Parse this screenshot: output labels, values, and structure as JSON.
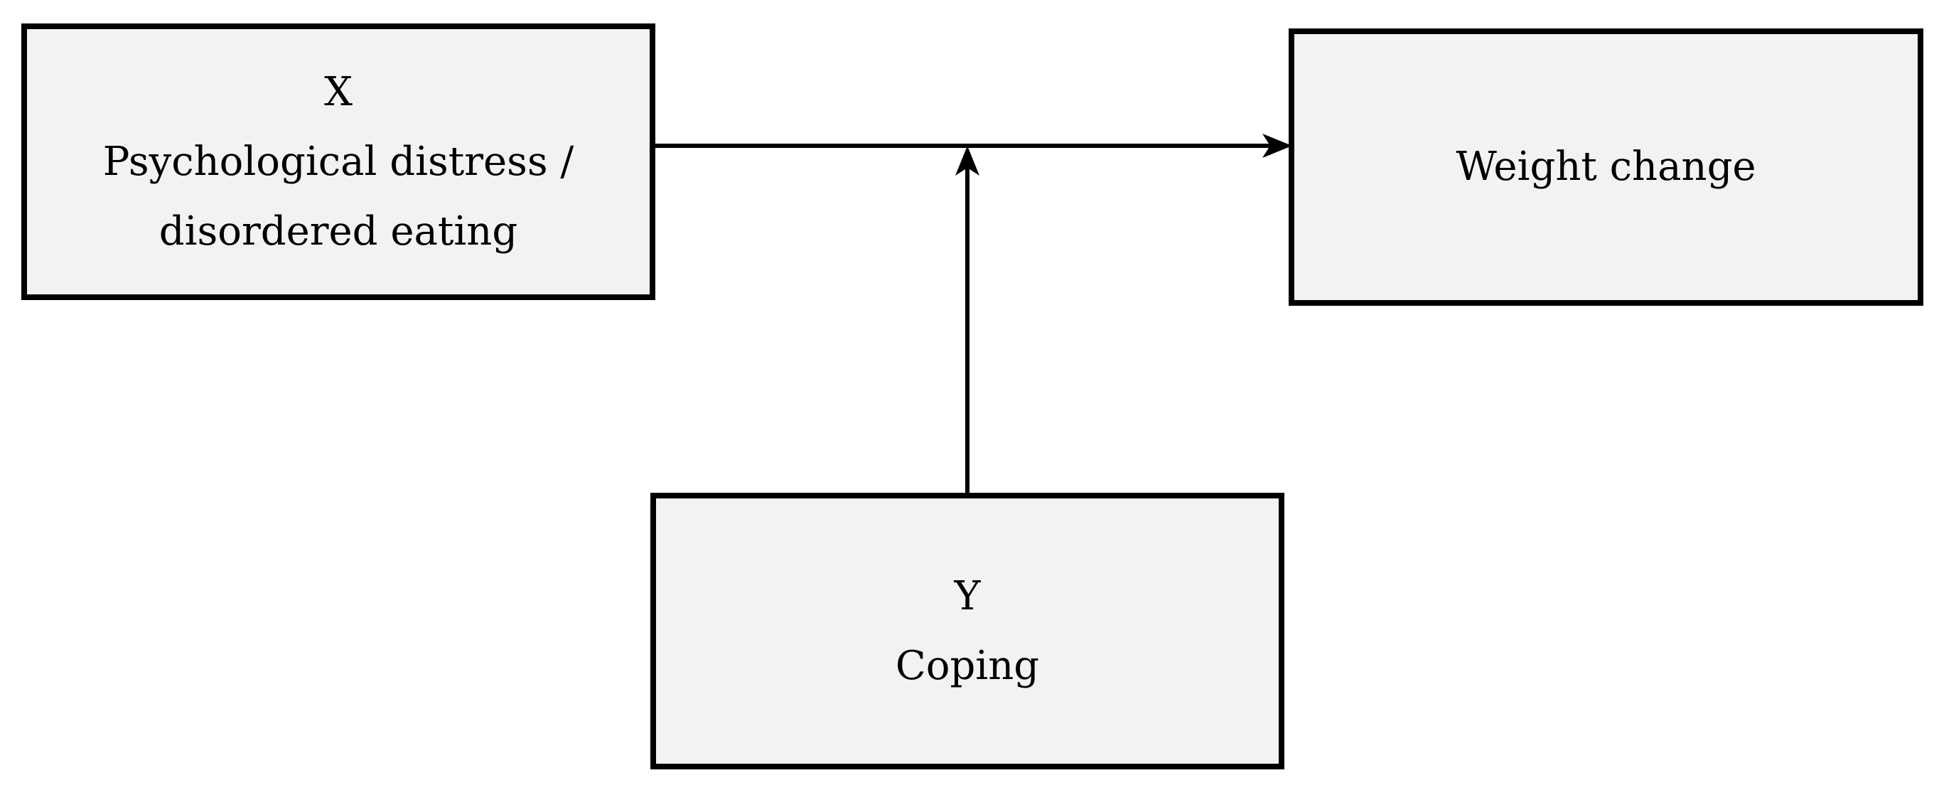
{
  "diagram": {
    "nodes": {
      "x": {
        "letter": "X",
        "line1": "Psychological distress /",
        "line2": "disordered eating"
      },
      "outcome": {
        "label": "Weight change"
      },
      "y": {
        "letter": "Y",
        "label": "Coping"
      }
    },
    "edges": [
      {
        "from": "x",
        "to": "outcome",
        "type": "arrow"
      },
      {
        "from": "y",
        "to": "x-outcome-path",
        "type": "arrow",
        "meaning": "moderation"
      }
    ],
    "colors": {
      "box_fill": "#f2f2f2",
      "stroke": "#000000"
    }
  }
}
